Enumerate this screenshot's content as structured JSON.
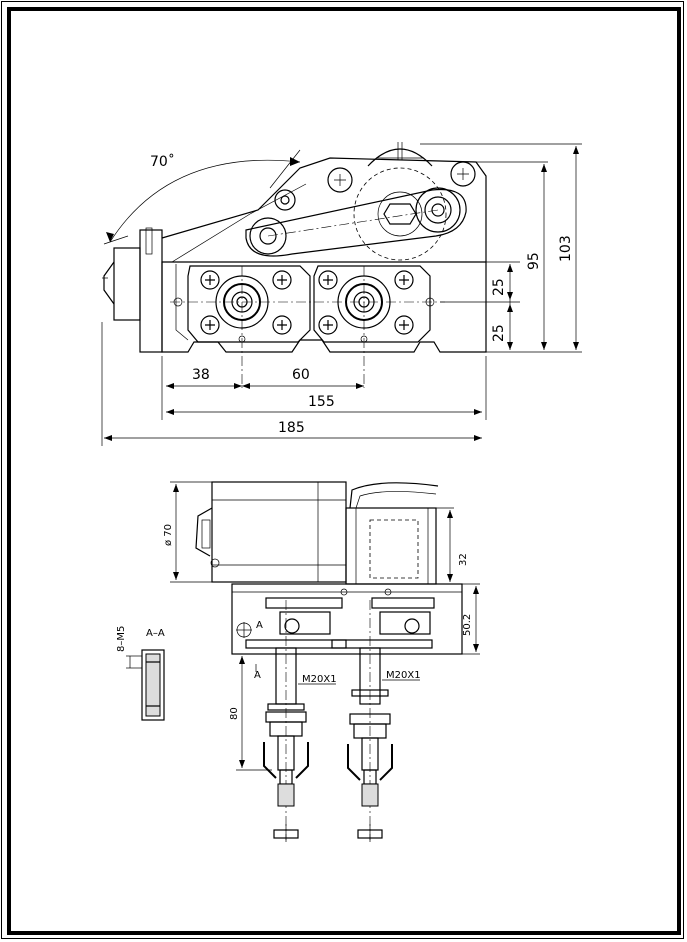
{
  "drawing": {
    "angle_label": "70˚",
    "dims_top": {
      "d38": "38",
      "d60": "60",
      "d155": "155",
      "d185": "185",
      "d25a": "25",
      "d25b": "25",
      "d95": "95",
      "d103": "103"
    },
    "dims_bottom": {
      "dia70": "ø 70",
      "d32": "32",
      "d50_2": "50.2",
      "d80": "80",
      "thread1": "M20X1",
      "thread2": "M20X1",
      "section_label": "A–A",
      "section_thread": "8–M5",
      "cut_a1": "A",
      "cut_a2": "A"
    }
  }
}
